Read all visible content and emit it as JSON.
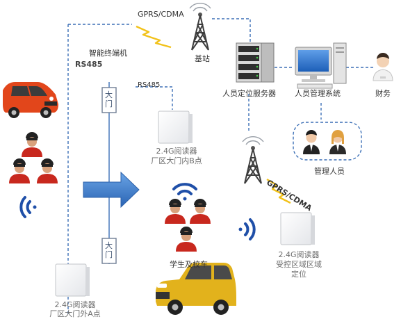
{
  "network": {
    "gprs_top": "GPRS/CDMA",
    "base_station": "基站",
    "gprs_right": "GPRS/CDMA"
  },
  "terminal": {
    "name": "智能终端机",
    "rs485_left": "RS485",
    "rs485_right": "RS485"
  },
  "servers": {
    "location_server": "人员定位服务器",
    "management_system": "人员管理系统",
    "finance": "财务",
    "managers": "管理人员"
  },
  "readers": {
    "reader_b_line1": "2.4G阅读器",
    "reader_b_line2": "厂区大门内B点",
    "reader_a_line1": "2.4G阅读器",
    "reader_a_line2": "厂区大门外A点",
    "reader_c_line1": "2.4G阅读器",
    "reader_c_line2": "受控区域区域",
    "reader_c_line3": "定位"
  },
  "gate": {
    "sign_top": "大门",
    "sign_bottom": "大门"
  },
  "students": {
    "label": "学生及校车"
  },
  "colors": {
    "dashed_line": "#3b6fb6",
    "arrow": "#3a78c4",
    "wifi": "#1f4fa8",
    "lightning": "#f2c21b",
    "person": "#c8281e",
    "car_red": "#e2461b",
    "car_yellow": "#e2b21c"
  }
}
